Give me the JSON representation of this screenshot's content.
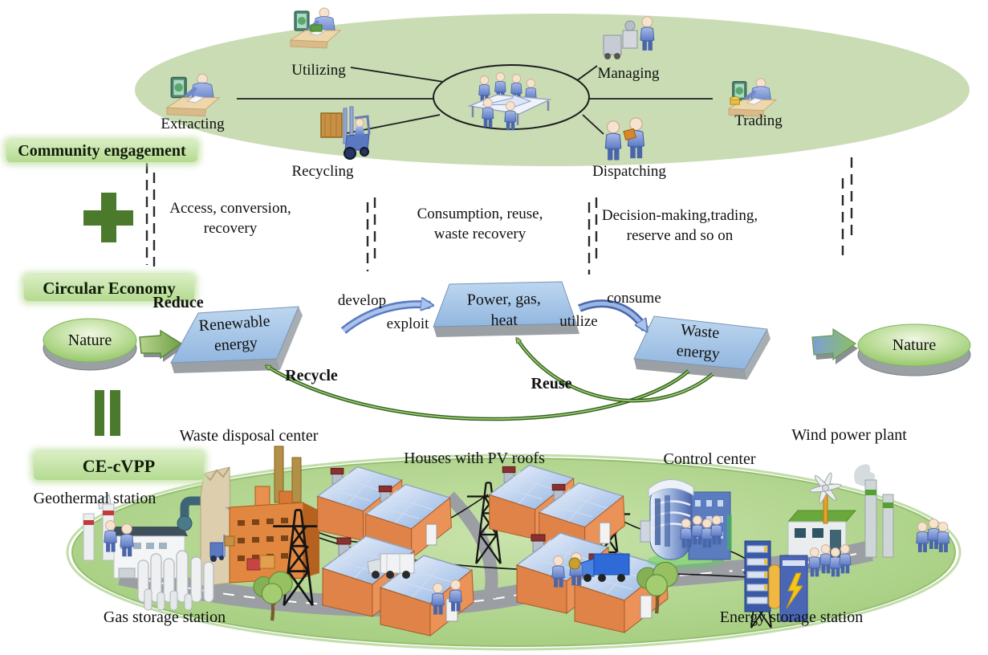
{
  "figure": {
    "community": {
      "label": "Community engagement",
      "activities": [
        {
          "label": "Extracting"
        },
        {
          "label": "Utilizing"
        },
        {
          "label": "Recycling"
        },
        {
          "label": "Managing"
        },
        {
          "label": "Dispatching"
        },
        {
          "label": "Trading"
        }
      ]
    },
    "operators": {
      "plus": "+",
      "equals": "="
    },
    "bridges": [
      {
        "text": "Access, conversion,\nrecovery"
      },
      {
        "text": "Consumption, reuse,\nwaste recovery"
      },
      {
        "text": "Decision-making,trading,\nreserve and so on"
      }
    ],
    "circular_economy": {
      "label": "Circular Economy",
      "nature_left": "Nature",
      "nature_right": "Nature",
      "nodes": [
        {
          "label": "Renewable\nenergy"
        },
        {
          "label": "Power, gas,\nheat"
        },
        {
          "label": "Waste\nenergy"
        }
      ],
      "edges": {
        "reduce": "Reduce",
        "develop": "develop",
        "exploit": "exploit",
        "consume": "consume",
        "utilize": "utilize",
        "recycle": "Recycle",
        "reuse": "Reuse"
      }
    },
    "cevpp": {
      "label": "CE-cVPP",
      "facilities": [
        {
          "label": "Waste disposal center"
        },
        {
          "label": "Houses with PV roofs"
        },
        {
          "label": "Control center"
        },
        {
          "label": "Wind power plant"
        },
        {
          "label": "Geothermal station"
        },
        {
          "label": "Gas storage station"
        },
        {
          "label": "Energy storage station"
        }
      ]
    }
  },
  "colors": {
    "canvas_bg": "#ffffff",
    "community_ellipse": "#c9dcb4",
    "label_highlight": "#bfdf9e",
    "operator_green": "#4c7a2d",
    "node_blue": "#a9c7e9",
    "nature_green": "#8cc361",
    "arrow_blue": "#7b9fd4",
    "arrow_green": "#3a6b22",
    "ground_green": "#a4cd7f",
    "text": "#111111"
  }
}
